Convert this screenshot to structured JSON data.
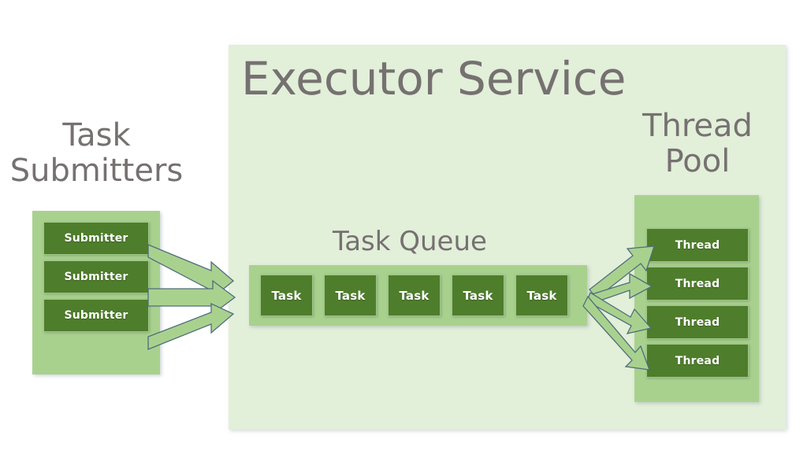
{
  "diagram": {
    "title": "Executor Service",
    "background": "#ffffff",
    "colors": {
      "outer_panel": "#e2efd9",
      "inner_panel": "#a9d18e",
      "chip": "#4e7d2b",
      "heading_text": "#767171",
      "chip_text": "#ffffff",
      "arrow_fill": "#a9d18e",
      "arrow_stroke": "#4f6e7b"
    }
  },
  "executor_service": {
    "label": "Executor Service"
  },
  "task_submitters": {
    "label": "Task\nSubmitters",
    "items": [
      {
        "label": "Submitter"
      },
      {
        "label": "Submitter"
      },
      {
        "label": "Submitter"
      }
    ]
  },
  "task_queue": {
    "label": "Task Queue",
    "items": [
      {
        "label": "Task"
      },
      {
        "label": "Task"
      },
      {
        "label": "Task"
      },
      {
        "label": "Task"
      },
      {
        "label": "Task"
      }
    ]
  },
  "thread_pool": {
    "label": "Thread\nPool",
    "items": [
      {
        "label": "Thread"
      },
      {
        "label": "Thread"
      },
      {
        "label": "Thread"
      },
      {
        "label": "Thread"
      }
    ]
  },
  "arrows": {
    "submitters_to_queue_count": 3,
    "queue_to_threads_count": 4
  }
}
